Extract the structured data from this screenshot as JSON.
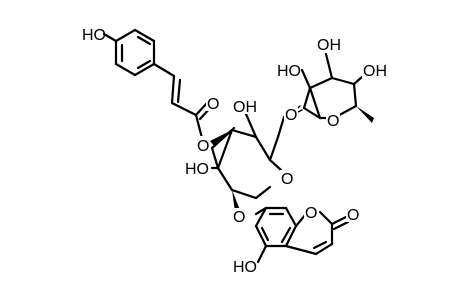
{
  "atoms": {
    "oh_phenol": "HO",
    "o_ester_carbonyl": "O",
    "o_ester": "O",
    "oh_glc_c4": "OH",
    "oh_glc_c2": "HO",
    "o_glc_ring": "O",
    "o_glycosidic": "O",
    "o_c6_link": "O",
    "o_rha_ring": "O",
    "oh_rha_c2": "HO",
    "oh_rha_c3": "OH",
    "oh_rha_c4": "OH",
    "o_lactone_ring": "O",
    "o_lactone_carbonyl": "O",
    "oh_coumarin": "HO"
  }
}
